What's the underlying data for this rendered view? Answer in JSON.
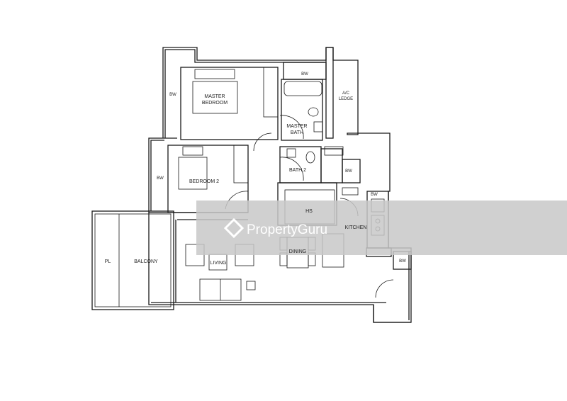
{
  "rooms": {
    "master_bedroom": [
      "MASTER",
      "BEDROOM"
    ],
    "master_bath": [
      "MASTER",
      "BATH"
    ],
    "ac_ledge": [
      "A/C",
      "LEDGE"
    ],
    "bedroom2": "BEDROOM 2",
    "bath2": "BATH 2",
    "hs": "HS",
    "kitchen": "KITCHEN",
    "dining": "DINING",
    "living": "LIVING",
    "balcony": "BALCONY",
    "pl": "PL"
  },
  "bay_window_label": "BW",
  "watermark": "PropertyGuru",
  "colors": {
    "line": "#1a1a1a",
    "watermark_band": "#c8c8c8"
  }
}
